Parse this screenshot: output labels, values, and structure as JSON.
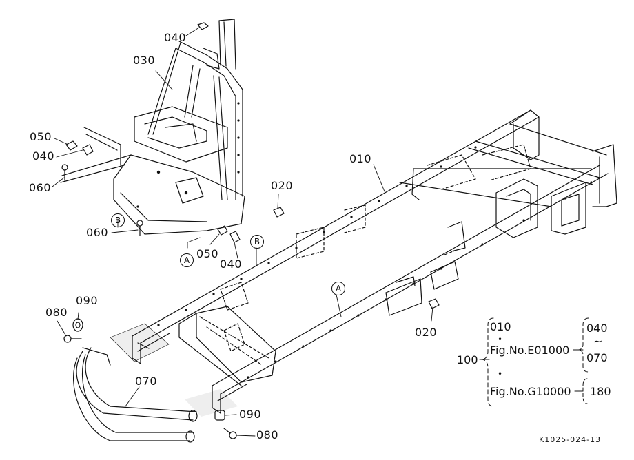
{
  "callouts": {
    "p010": "010",
    "p020a": "020",
    "p020b": "020",
    "p030": "030",
    "p040a": "040",
    "p040b": "040",
    "p040c": "040",
    "p050a": "050",
    "p050b": "050",
    "p060a": "060",
    "p060b": "060",
    "p070": "070",
    "p080a": "080",
    "p080b": "080",
    "p090a": "090",
    "p090b": "090"
  },
  "reference_marks": {
    "A": "A",
    "B": "B"
  },
  "legend": {
    "item100": "100",
    "first": "010",
    "bullet": "•",
    "fig_e": "Fig.No.E01000",
    "fig_g": "Fig.No.G10000",
    "range_start": "040",
    "tilde": "~",
    "range_end": "070",
    "last": "180"
  },
  "figure_code": "K1025-024-13"
}
